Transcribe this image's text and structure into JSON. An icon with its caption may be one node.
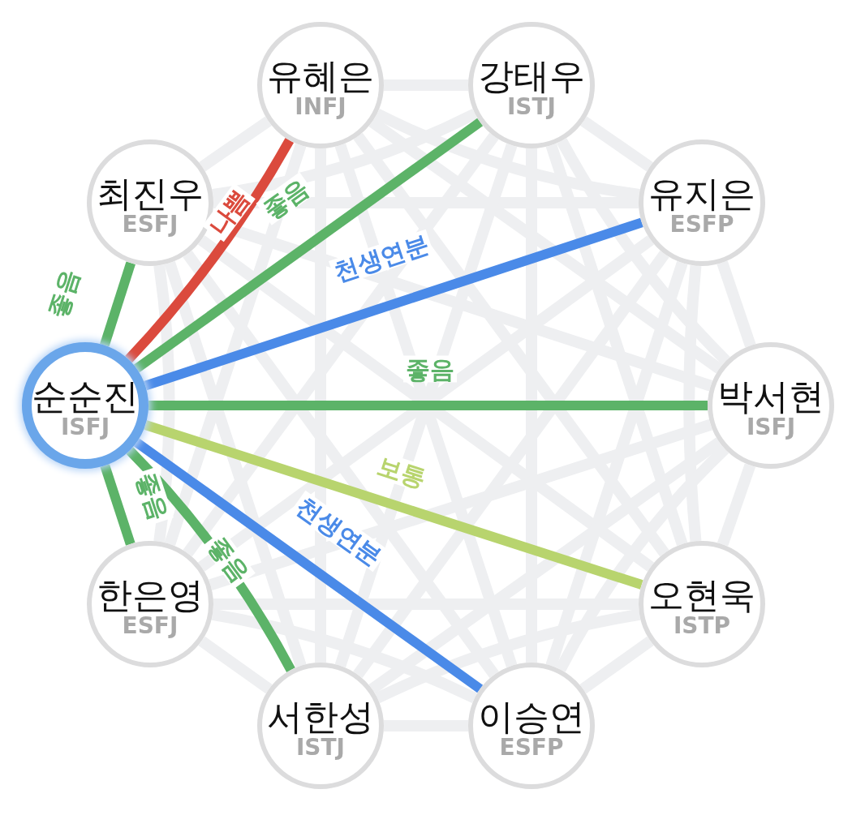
{
  "diagram": {
    "nodes": [
      {
        "text": [
          "순순진",
          "ISFJ"
        ]
      },
      {
        "text": [
          "최진우",
          "ESFJ"
        ]
      },
      {
        "text": [
          "유혜은",
          "INFJ"
        ]
      },
      {
        "text": [
          "강태우",
          "ISTJ"
        ]
      },
      {
        "text": [
          "유지은",
          "ESFP"
        ]
      },
      {
        "text": [
          "박서현",
          "ISFJ"
        ]
      },
      {
        "text": [
          "오현욱",
          "ISTP"
        ]
      },
      {
        "text": [
          "이승연",
          "ESFP"
        ]
      },
      {
        "text": [
          "서한성",
          "ISTJ"
        ]
      },
      {
        "text": [
          "한은영",
          "ESFJ"
        ]
      }
    ],
    "edges": [
      {
        "from": 1,
        "to": 2,
        "arrow": "none"
      },
      {
        "from": 1,
        "to": 3,
        "arrow": "none"
      },
      {
        "from": 1,
        "to": 4,
        "arrow": "none"
      },
      {
        "from": 1,
        "to": 5,
        "arrow": "none"
      },
      {
        "from": 1,
        "to": 6,
        "arrow": "none"
      },
      {
        "from": 1,
        "to": 7,
        "arrow": "none"
      },
      {
        "from": 1,
        "to": 8,
        "arrow": "none"
      },
      {
        "from": 1,
        "to": 9,
        "arrow": "none"
      },
      {
        "from": 2,
        "to": 3,
        "arrow": "none"
      },
      {
        "from": 2,
        "to": 4,
        "arrow": "none"
      },
      {
        "from": 2,
        "to": 5,
        "arrow": "none"
      },
      {
        "from": 2,
        "to": 6,
        "arrow": "none"
      },
      {
        "from": 2,
        "to": 7,
        "arrow": "none"
      },
      {
        "from": 2,
        "to": 8,
        "arrow": "none"
      },
      {
        "from": 2,
        "to": 9,
        "arrow": "none"
      },
      {
        "from": 3,
        "to": 4,
        "arrow": "none"
      },
      {
        "from": 3,
        "to": 5,
        "arrow": "none"
      },
      {
        "from": 3,
        "to": 6,
        "arrow": "none"
      },
      {
        "from": 3,
        "to": 7,
        "arrow": "none"
      },
      {
        "from": 3,
        "to": 8,
        "arrow": "none"
      },
      {
        "from": 3,
        "to": 9,
        "arrow": "none"
      },
      {
        "from": 4,
        "to": 5,
        "arrow": "none"
      },
      {
        "from": 4,
        "to": 6,
        "arrow": "none"
      },
      {
        "from": 4,
        "to": 7,
        "arrow": "none"
      },
      {
        "from": 4,
        "to": 8,
        "arrow": "none"
      },
      {
        "from": 4,
        "to": 9,
        "arrow": "none"
      },
      {
        "from": 5,
        "to": 6,
        "arrow": "none"
      },
      {
        "from": 5,
        "to": 7,
        "arrow": "none"
      },
      {
        "from": 5,
        "to": 8,
        "arrow": "none"
      },
      {
        "from": 5,
        "to": 9,
        "arrow": "none"
      },
      {
        "from": 6,
        "to": 7,
        "arrow": "none"
      },
      {
        "from": 6,
        "to": 8,
        "arrow": "none"
      },
      {
        "from": 6,
        "to": 9,
        "arrow": "none"
      },
      {
        "from": 7,
        "to": 8,
        "arrow": "none"
      },
      {
        "from": 7,
        "to": 9,
        "arrow": "none"
      },
      {
        "from": 8,
        "to": 9,
        "arrow": "none"
      },
      {
        "from": 0,
        "to": 1,
        "arrow": "none",
        "label": "좋음",
        "color": "#5cb368"
      },
      {
        "from": 0,
        "to": 2,
        "arrow": "none",
        "label": "나쁨",
        "color": "#db4a3d"
      },
      {
        "from": 0,
        "to": 3,
        "arrow": "none",
        "label": "좋음",
        "color": "#5cb368"
      },
      {
        "from": 0,
        "to": 4,
        "arrow": "none",
        "label": "천생연분",
        "color": "#4a8ae8"
      },
      {
        "from": 0,
        "to": 5,
        "arrow": "none",
        "label": "좋음",
        "color": "#5cb368"
      },
      {
        "from": 0,
        "to": 6,
        "arrow": "none",
        "label": "보통",
        "color": "#b8d46e"
      },
      {
        "from": 0,
        "to": 7,
        "arrow": "none",
        "label": "천생연분",
        "color": "#4a8ae8"
      },
      {
        "from": 0,
        "to": 8,
        "arrow": "none",
        "label": "좋음",
        "color": "#5cb368"
      },
      {
        "from": 0,
        "to": 9,
        "arrow": "none",
        "label": "좋음",
        "color": "#5cb368"
      }
    ]
  }
}
